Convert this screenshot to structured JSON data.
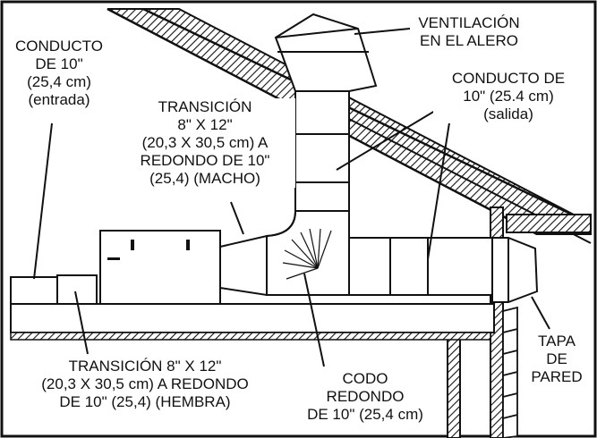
{
  "colors": {
    "ink": "#111111",
    "paper": "#ffffff",
    "duct_fill": "#ffffff",
    "hatch": "#111111"
  },
  "icons": {
    "roof_vent": "roof-vent-icon",
    "wall_cap": "wall-cap-icon",
    "elbow": "round-elbow-icon"
  },
  "labels": {
    "duct_inlet": [
      "CONDUCTO",
      "DE 10\"",
      "(25,4 cm)",
      "(entrada)"
    ],
    "transition_male": [
      "TRANSICIÓN",
      "8\" X 12\"",
      "(20,3 X 30,5 cm) A",
      "REDONDO DE 10\"",
      "(25,4) (MACHO)"
    ],
    "eave_vent": [
      "VENTILACIÓN",
      "EN EL ALERO"
    ],
    "duct_outlet": [
      "CONDUCTO DE",
      "10\" (25.4 cm)",
      "(salida)"
    ],
    "transition_female": [
      "TRANSICIÓN 8\" X 12\"",
      "(20,3 X 30,5 cm) A REDONDO",
      "DE 10\" (25,4) (HEMBRA)"
    ],
    "round_elbow": [
      "CODO",
      "REDONDO",
      "DE 10\" (25,4 cm)"
    ],
    "wall_cap": [
      "TAPA",
      "DE",
      "PARED"
    ]
  }
}
